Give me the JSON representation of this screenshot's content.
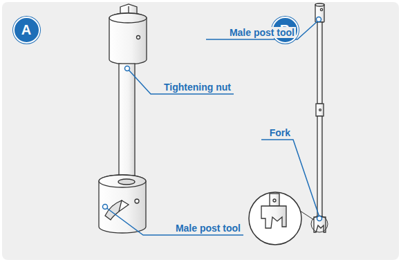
{
  "diagram": {
    "nodes": [
      {
        "text": [
          "A"
        ]
      },
      {
        "text": [
          "B"
        ]
      }
    ],
    "labels": [
      "Tightening nut",
      "Male post tool",
      "Male post tool",
      "Fork"
    ]
  }
}
